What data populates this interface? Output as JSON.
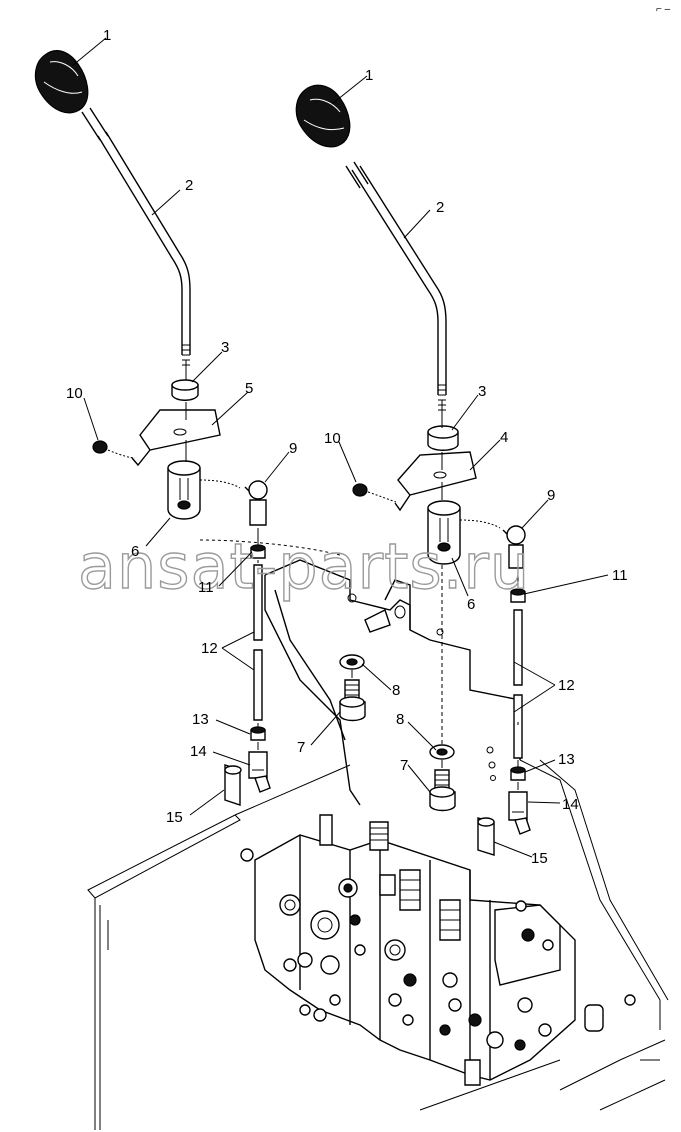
{
  "corner_mark": "⌐ –",
  "watermark": "ansat-parts.ru",
  "callouts": {
    "left": {
      "knob": "1",
      "lever": "2",
      "nut": "3",
      "bracket": "5",
      "grommet": "10",
      "ball_joint": "9",
      "swivel_block": "6",
      "lock_nut": "11",
      "rod": "12",
      "lock_nut_lower": "13",
      "clevis": "14",
      "clip": "15"
    },
    "right": {
      "knob": "1",
      "lever": "2",
      "nut": "3",
      "bracket": "4",
      "grommet": "10",
      "ball_joint": "9",
      "swivel_block": "6",
      "lock_nut": "11",
      "rod": "12",
      "lock_nut_lower": "13",
      "clevis": "14",
      "clip": "15"
    },
    "center": {
      "washer_upper": "8",
      "bolt_upper": "7",
      "washer_lower": "8",
      "bolt_lower": "7"
    }
  }
}
